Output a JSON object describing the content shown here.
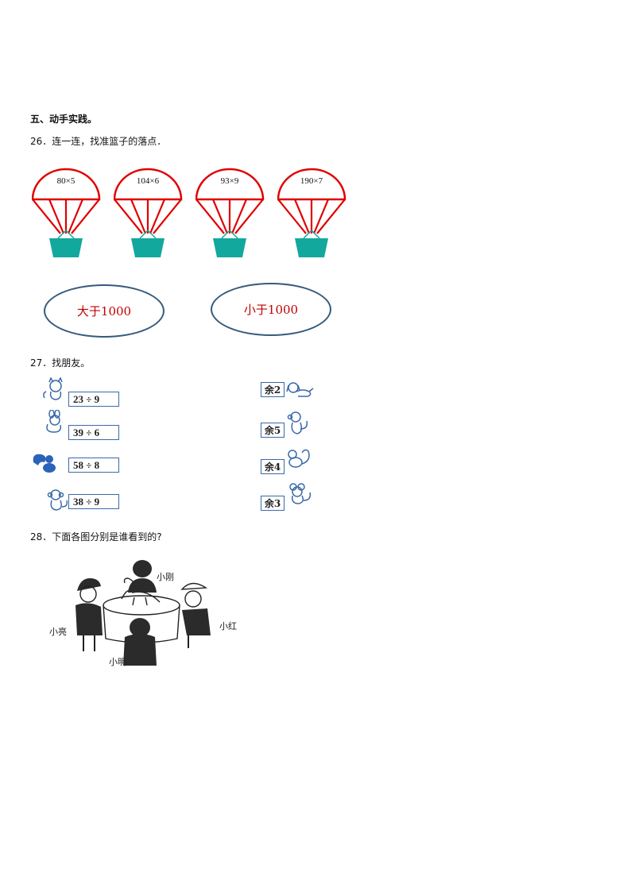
{
  "section": {
    "title": "五、动手实践。"
  },
  "q26": {
    "text": "26．连一连，找准篮子的落点．",
    "parachutes": [
      {
        "expr": "80×5"
      },
      {
        "expr": "104×6"
      },
      {
        "expr": "93×9"
      },
      {
        "expr": "190×7"
      }
    ],
    "targets": [
      "大于1000",
      "小于1000"
    ],
    "colors": {
      "canopy": "#e00000",
      "basket": "#13a89e",
      "ellipse": "#365a7d",
      "target_text": "#c00000"
    }
  },
  "q27": {
    "text": "27．找朋友。",
    "left": [
      {
        "expr": "23 ÷ 9",
        "animal": "cat-icon"
      },
      {
        "expr": "39 ÷ 6",
        "animal": "rabbit-icon"
      },
      {
        "expr": "58 ÷ 8",
        "animal": "squirrel-icon"
      },
      {
        "expr": "38 ÷ 9",
        "animal": "monkey-icon"
      }
    ],
    "right": [
      {
        "label": "余2",
        "animal": "dog-icon"
      },
      {
        "label": "余5",
        "animal": "monkey-icon"
      },
      {
        "label": "余4",
        "animal": "squirrel-icon"
      },
      {
        "label": "余3",
        "animal": "mouse-icon"
      }
    ]
  },
  "q28": {
    "text": "28．下面各图分别是谁看到的?",
    "names": {
      "top": "小刚",
      "left": "小亮",
      "right": "小红",
      "bottom": "小明"
    }
  }
}
